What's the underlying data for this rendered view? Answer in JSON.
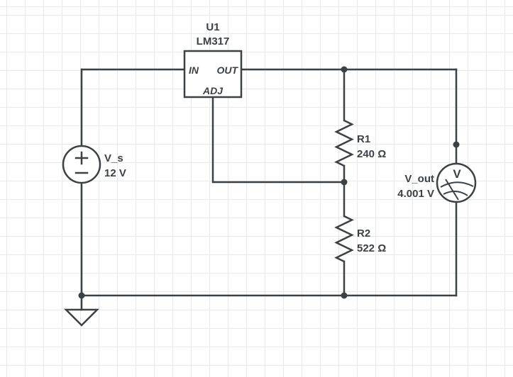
{
  "schematic": {
    "regulator": {
      "ref": "U1",
      "part": "LM317",
      "pins": {
        "in": "IN",
        "out": "OUT",
        "adj": "ADJ"
      }
    },
    "source": {
      "ref": "V_s",
      "value": "12 V"
    },
    "r1": {
      "ref": "R1",
      "value": "240 Ω"
    },
    "r2": {
      "ref": "R2",
      "value": "522 Ω"
    },
    "voltmeter": {
      "ref": "V_out",
      "value": "4.001 V",
      "symbol": "V"
    },
    "colors": {
      "ink": "#3c4146",
      "grid": "#e9e9e9",
      "background": "#ffffff"
    }
  }
}
